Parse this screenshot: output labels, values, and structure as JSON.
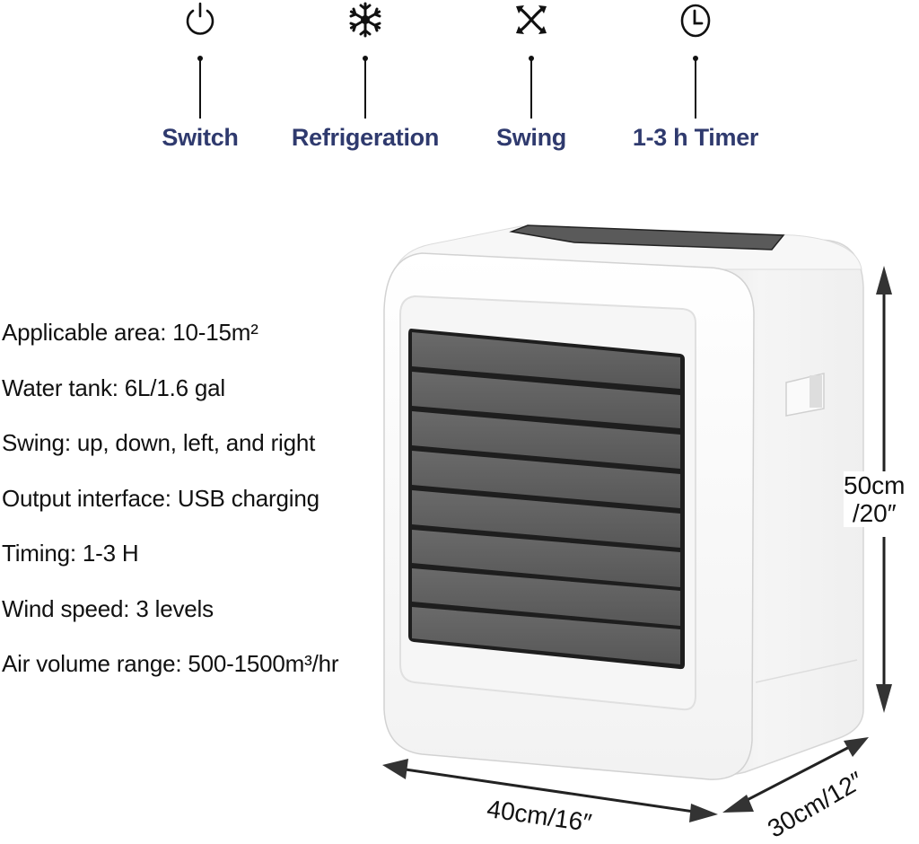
{
  "features": [
    {
      "label": "Switch",
      "icon": "power-icon"
    },
    {
      "label": "Refrigeration",
      "icon": "snowflake-icon"
    },
    {
      "label": "Swing",
      "icon": "swing-arrows-icon"
    },
    {
      "label": "1-3 h Timer",
      "icon": "clock-icon"
    }
  ],
  "specs": [
    "Applicable area: 10-15m²",
    "Water tank: 6L/1.6 gal",
    "Swing: up, down, left, and right",
    "Output interface: USB charging",
    "Timing: 1-3 H",
    "Wind speed: 3 levels",
    "Air volume range: 500-1500m³/hr"
  ],
  "dimensions": {
    "height_line1": "50cm",
    "height_line2": "/20″",
    "width": "40cm/16″",
    "depth": "30cm/12″"
  },
  "colors": {
    "label_blue": "#2f3a6e",
    "grille_gray": "#5f5f5f",
    "body_white": "#f4f4f4"
  }
}
